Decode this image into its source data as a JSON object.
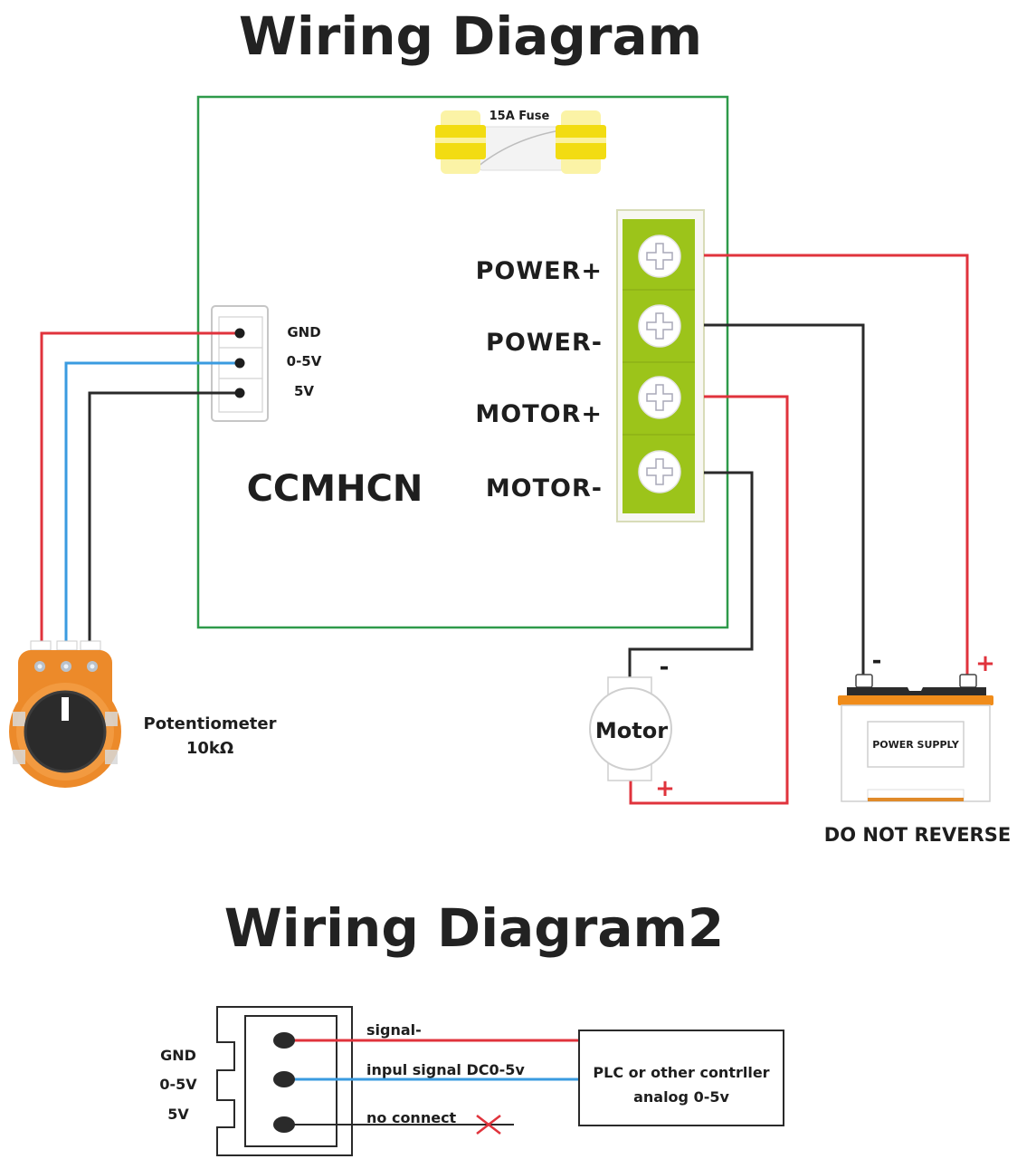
{
  "diagram1": {
    "title": "Wiring Diagram",
    "board_name": "CCMHCN",
    "fuse_label": "15A Fuse",
    "input_connector": {
      "pins": [
        "GND",
        "0-5V",
        "5V"
      ]
    },
    "terminal_block": {
      "terminals": [
        "POWER+",
        "POWER-",
        "MOTOR+",
        "MOTOR-"
      ]
    },
    "potentiometer": {
      "label": "Potentiometer",
      "value": "10kΩ"
    },
    "motor": {
      "label": "Motor",
      "neg_sign": "-",
      "pos_sign": "+"
    },
    "power_supply": {
      "label": "POWER SUPPLY",
      "neg_sign": "-",
      "pos_sign": "+",
      "warning": "DO NOT REVERSE"
    }
  },
  "diagram2": {
    "title": "Wiring Diagram2",
    "pins": [
      "GND",
      "0-5V",
      "5V"
    ],
    "wire_labels": [
      "signal-",
      "inpul signal DC0-5v",
      "no connect"
    ],
    "controller": {
      "line1": "PLC or other contrller",
      "line2": "analog 0-5v"
    }
  },
  "colors": {
    "board_outline": "#2e9a4a",
    "wire_red": "#e0333c",
    "wire_blue": "#3a9be0",
    "wire_black": "#2a2a2a",
    "terminal_green": "#9cc41a",
    "fuse_yellow": "#f2dc12",
    "pot_orange": "#ec8a2a",
    "battery_orange": "#f08c1a"
  }
}
